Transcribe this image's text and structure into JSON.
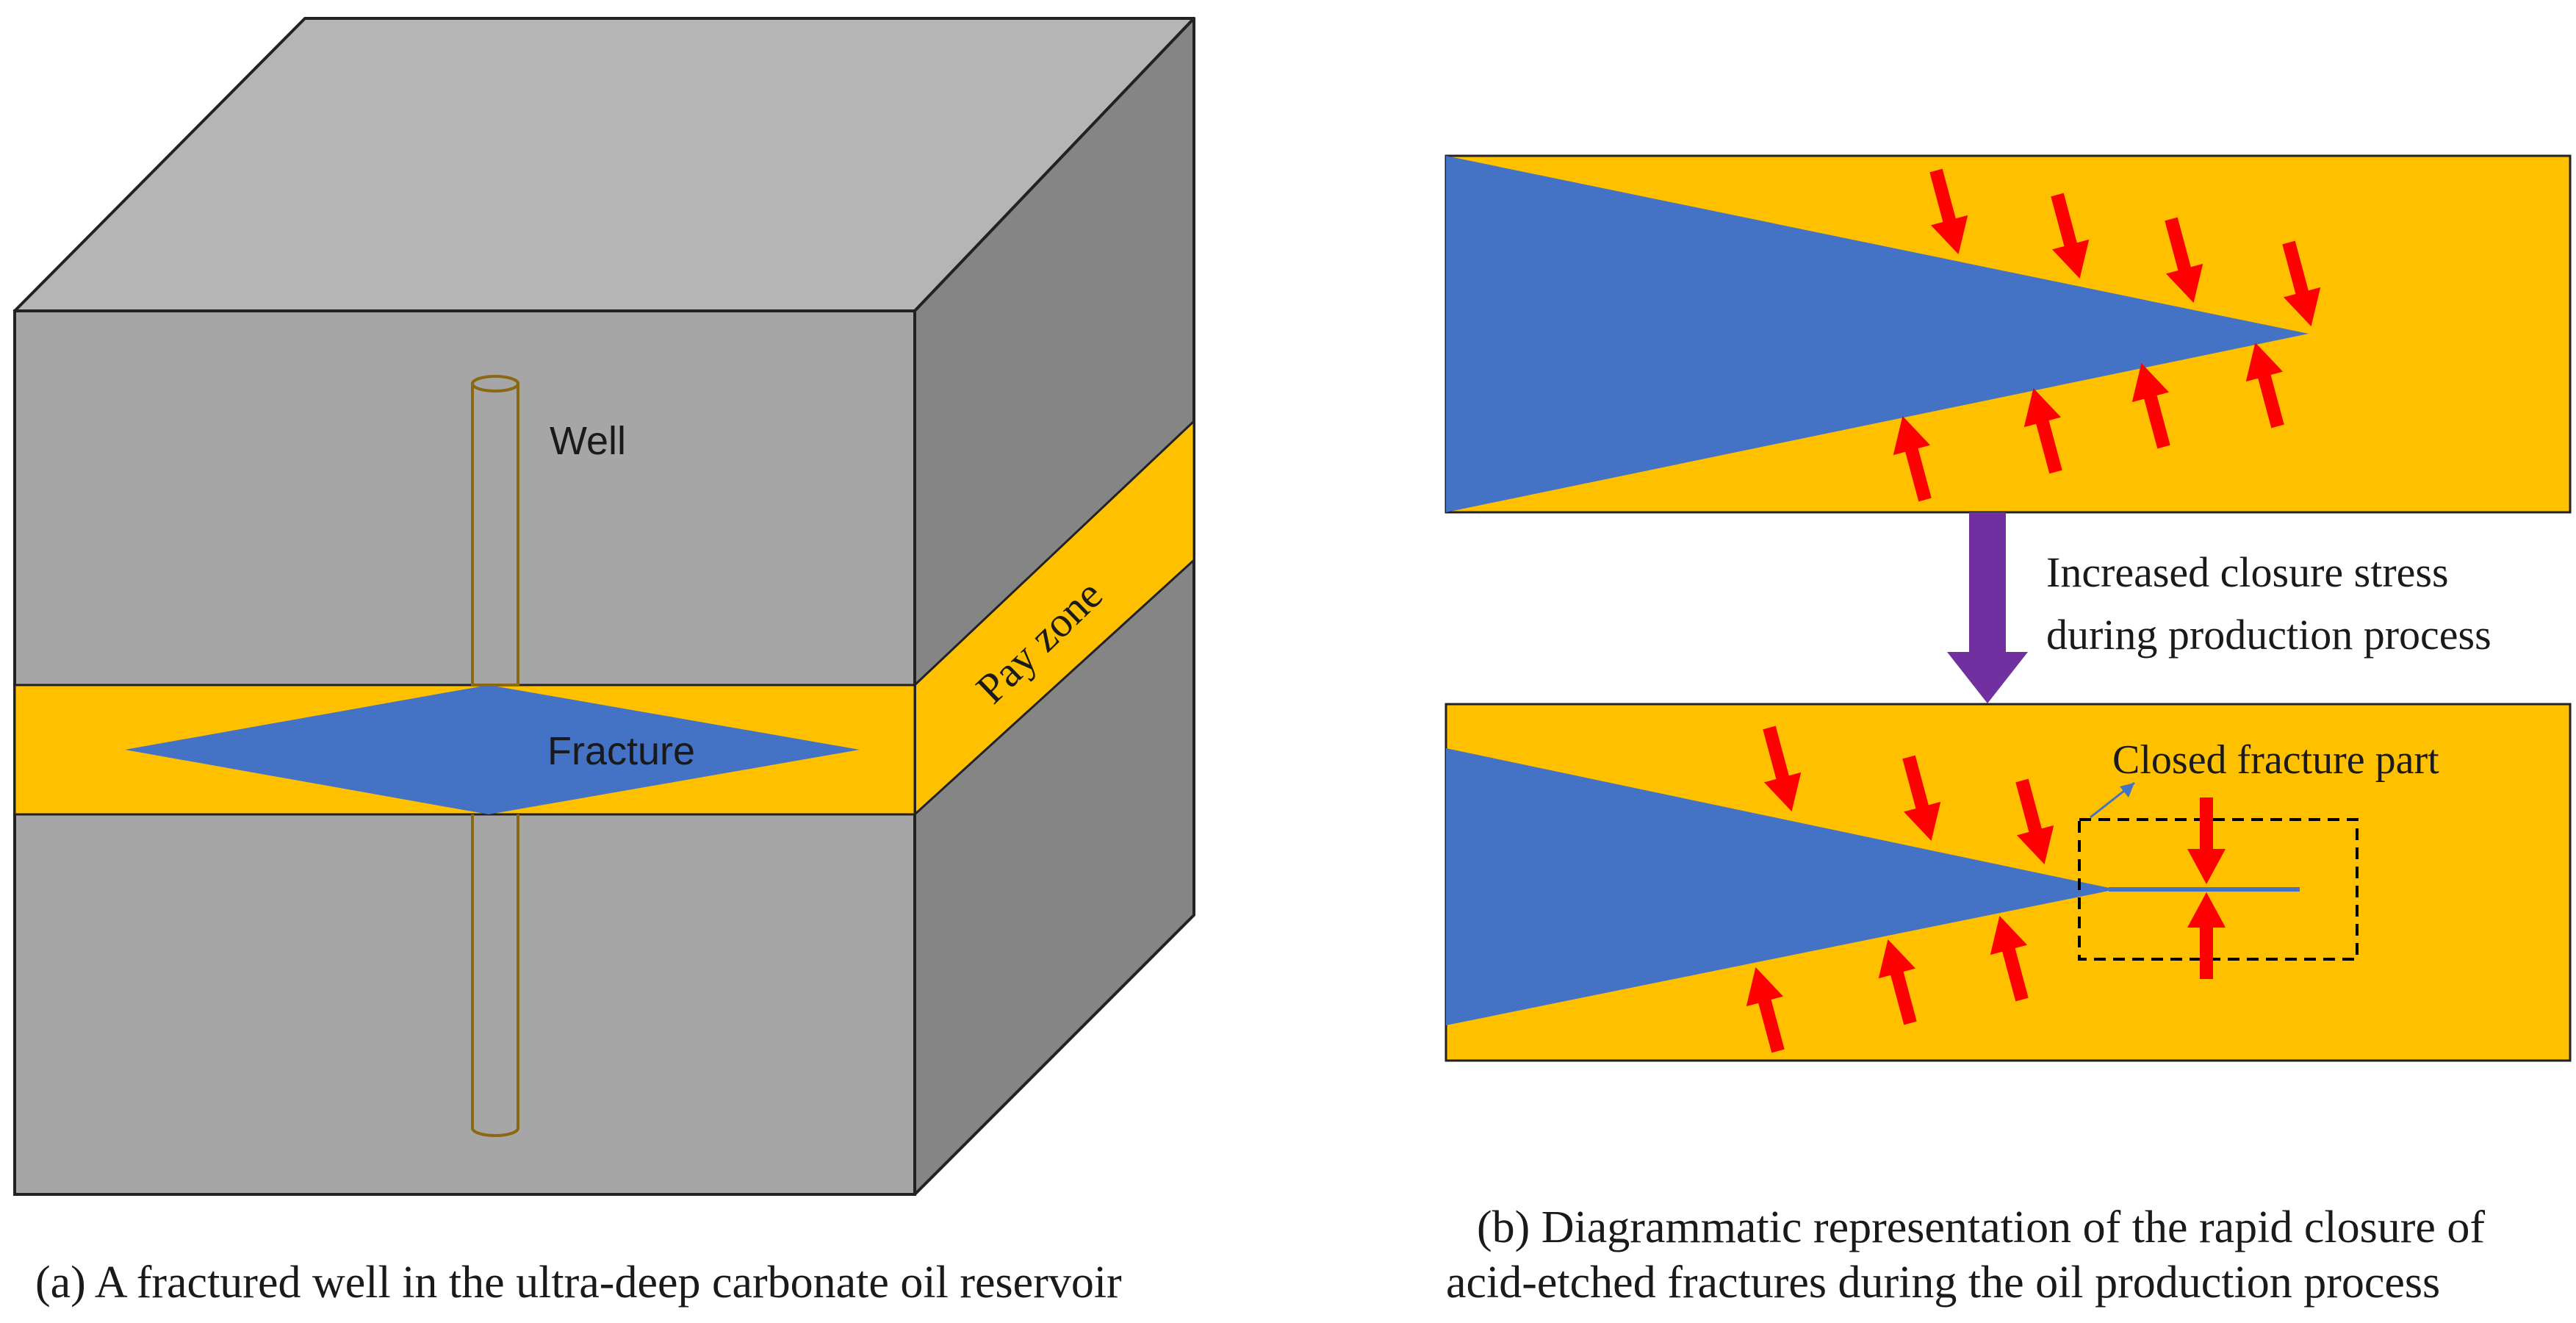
{
  "panel_a": {
    "labels": {
      "well": "Well",
      "fracture": "Fracture",
      "pay_zone": "Pay zone"
    },
    "caption": "(a) A fractured well in the ultra-deep carbonate oil reservoir"
  },
  "panel_b": {
    "process_label_line1": "Increased closure stress",
    "process_label_line2": "during production process",
    "closed_part_label": "Closed fracture part",
    "caption_line1": "(b) Diagrammatic representation of the rapid closure of",
    "caption_line2": "acid-etched fractures during the oil production process"
  },
  "colors": {
    "rock_front": "#a6a6a6",
    "rock_top": "#b5b5b5",
    "rock_side": "#858585",
    "pay_zone": "#ffc000",
    "fracture": "#4472c4",
    "stress_arrow": "#ff0000",
    "process_arrow": "#7030a0",
    "well": "#8b6914",
    "outline": "#222222"
  },
  "icons": {
    "stress_arrow": "red-stress-arrow",
    "process_arrow": "purple-down-arrow"
  }
}
